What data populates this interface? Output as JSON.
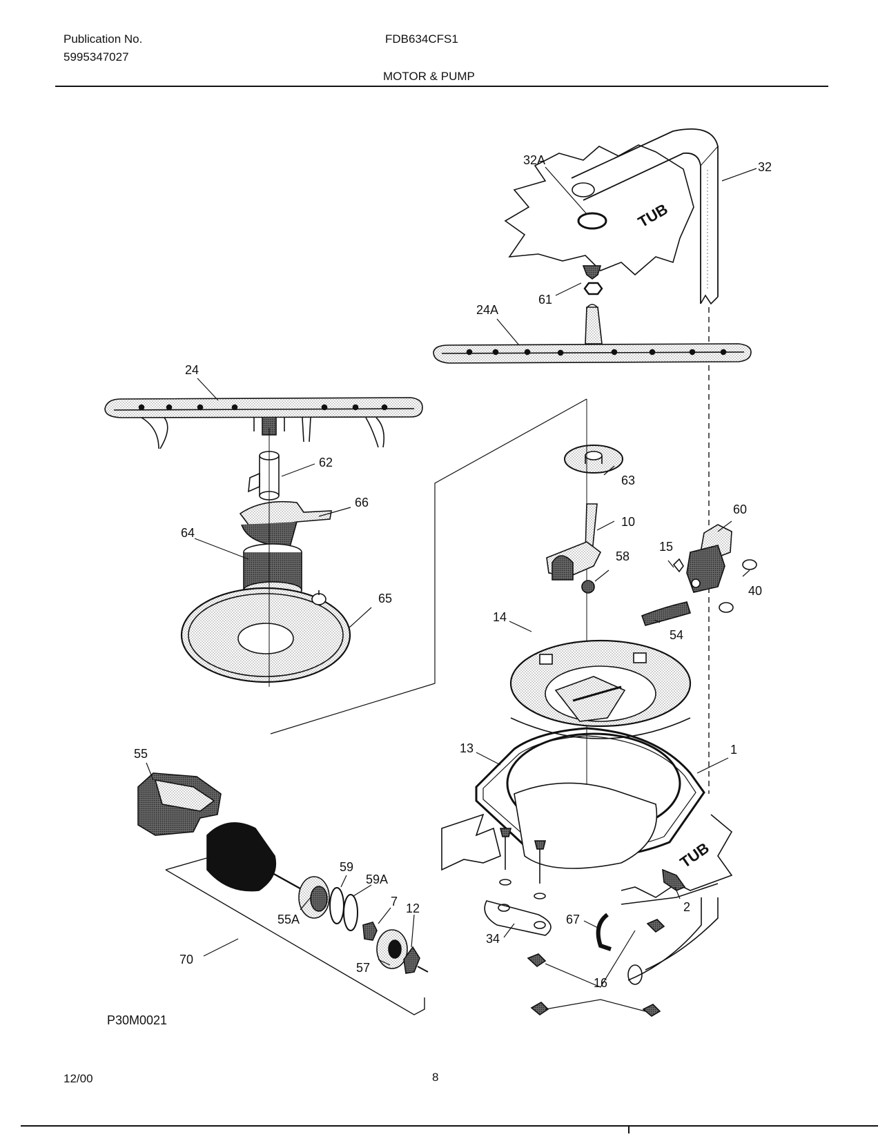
{
  "header": {
    "publication_label": "Publication No.",
    "publication_number": "5995347027",
    "model": "FDB634CFS1",
    "section_title": "MOTOR & PUMP"
  },
  "diagram": {
    "figure_code": "P30M0021",
    "tub_label": "TUB",
    "callouts": [
      "32A",
      "32",
      "61",
      "24A",
      "24",
      "62",
      "63",
      "66",
      "64",
      "10",
      "60",
      "15",
      "58",
      "40",
      "65",
      "54",
      "14",
      "55",
      "13",
      "1",
      "59",
      "59A",
      "7",
      "55A",
      "12",
      "2",
      "67",
      "57",
      "34",
      "70",
      "16"
    ]
  },
  "footer": {
    "date": "12/00",
    "page_number": "8"
  }
}
